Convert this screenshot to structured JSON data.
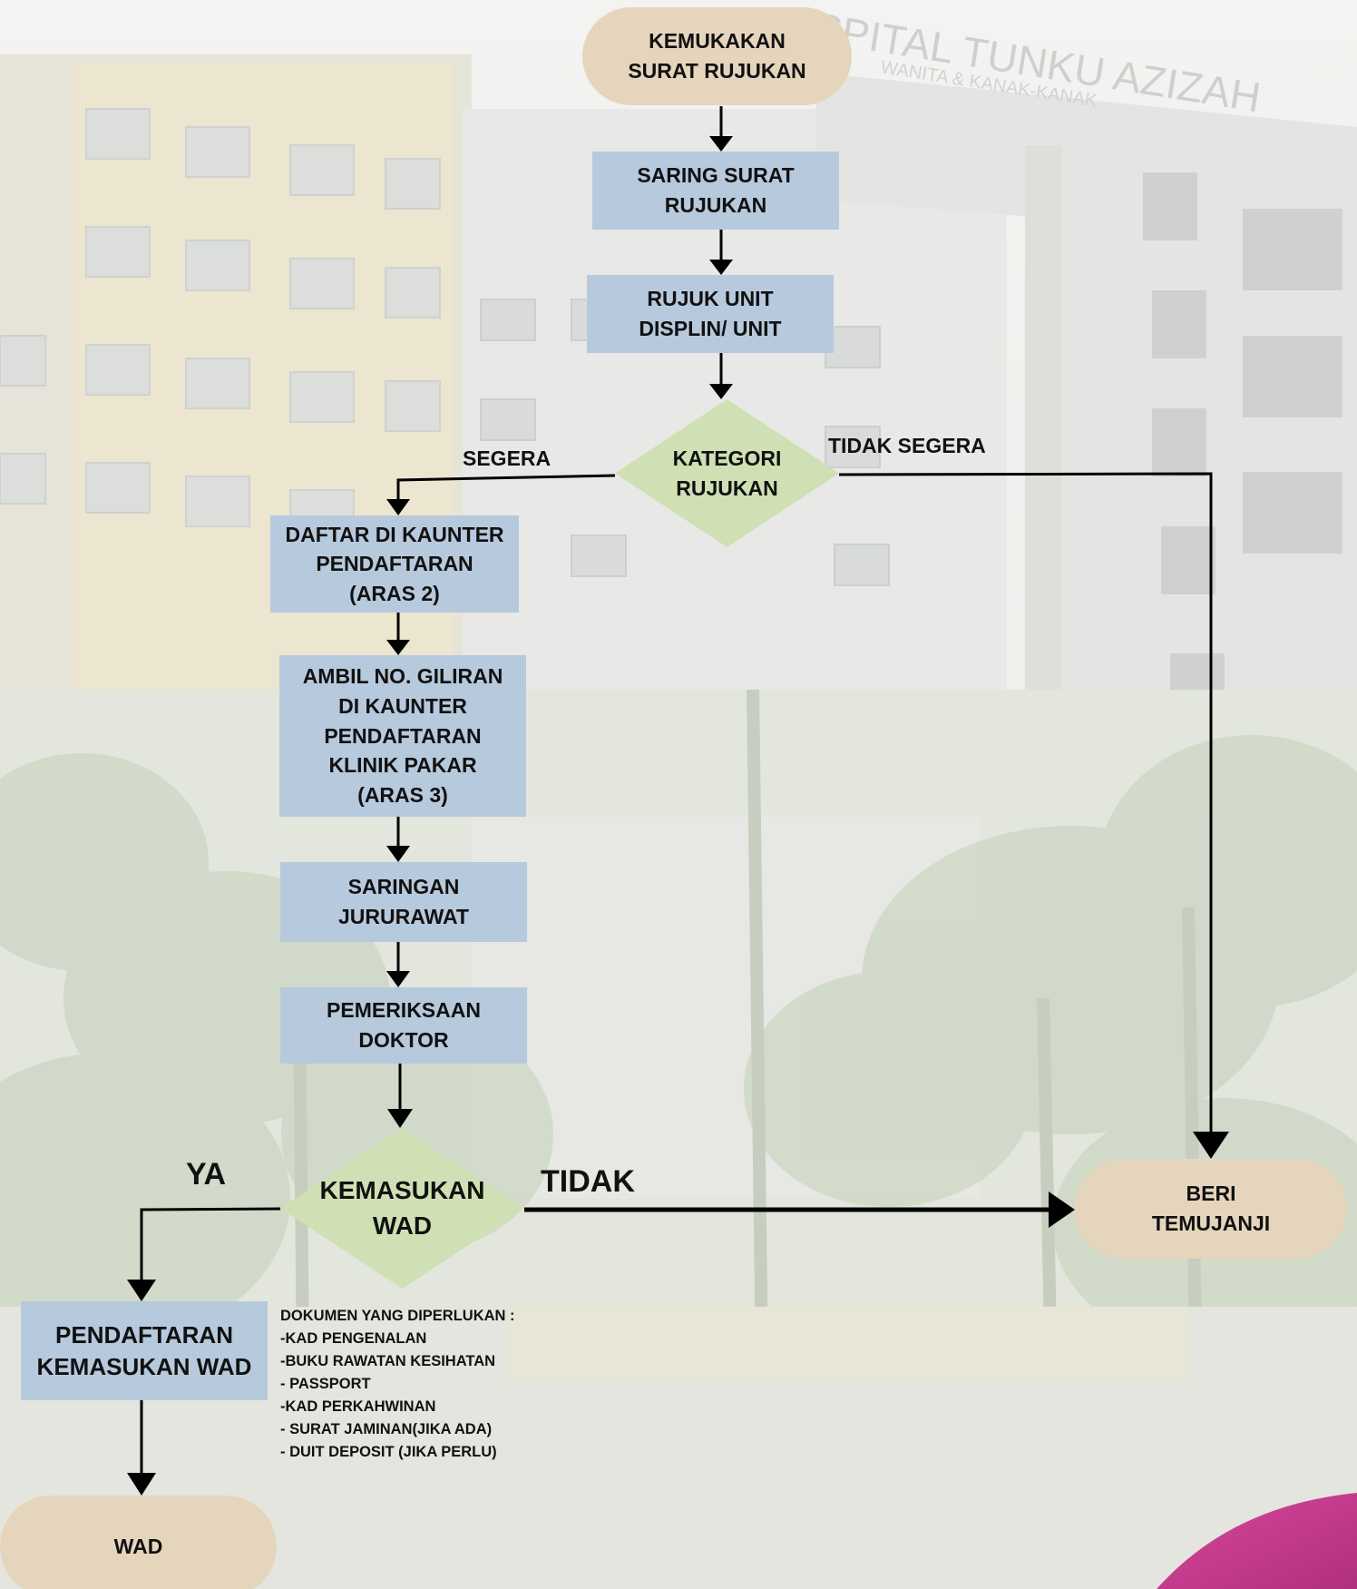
{
  "nodes": {
    "start": "KEMUKAKAN\nSURAT RUJUKAN",
    "screen": "SARING SURAT\nRUJUKAN",
    "refer": "RUJUK UNIT\nDISPLIN/ UNIT",
    "category": "KATEGORI\nRUJUKAN",
    "register": "DAFTAR DI KAUNTER\nPENDAFTARAN\n(ARAS 2)",
    "queue": "AMBIL NO. GILIRAN\nDI KAUNTER\nPENDAFTARAN\nKLINIK PAKAR\n(ARAS 3)",
    "nurse": "SARINGAN\nJURURAWAT",
    "doctor": "PEMERIKSAAN\nDOKTOR",
    "admission": "KEMASUKAN\nWAD",
    "ward_registration": "PENDAFTARAN\nKEMASUKAN WAD",
    "ward": "WAD",
    "appointment": "BERI\nTEMUJANJI"
  },
  "edge_labels": {
    "urgent": "SEGERA",
    "not_urgent": "TIDAK SEGERA",
    "yes": "YA",
    "no": "TIDAK"
  },
  "documents": {
    "title": "DOKUMEN YANG DIPERLUKAN :",
    "items": [
      "-KAD PENGENALAN",
      "-BUKU RAWATAN KESIHATAN",
      "- PASSPORT",
      "-KAD PERKAHWINAN",
      "- SURAT JAMINAN(JIKA ADA)",
      "- DUIT DEPOSIT (JIKA PERLU)"
    ]
  },
  "background_sign": {
    "line1": "OSPITAL TUNKU AZIZAH",
    "line2": "WANITA & KANAK-KANAK"
  },
  "colors": {
    "process_box": "#b7c9dd",
    "terminal": "#e6d5bd",
    "decision": "#cfe0b4",
    "arrow": "#000000",
    "corner_accent": "#c2408f"
  }
}
